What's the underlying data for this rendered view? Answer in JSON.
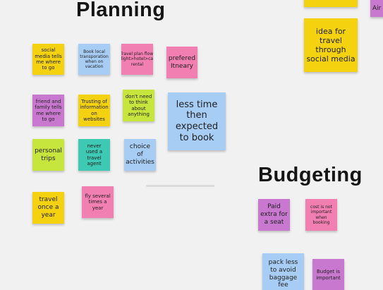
{
  "headings": {
    "planning": "Planning",
    "budgeting": "Budgeting"
  },
  "notes": {
    "social_media": "social media tells me where to go",
    "book_local": "Book local transporation when on vacation",
    "travel_plan_flow": "Travel plan flow: flight>hotel>car rental",
    "prefered_itneary": "prefered Itneary",
    "friend_family": "friend and family tells me where to go",
    "trusting_info": "Trusting of information on websites",
    "dont_need_think": "don't need to think about anything",
    "less_time": "less time then expected to book",
    "personal_trips": "personal trips",
    "never_used_agent": "never used a travel agent",
    "choice_activities": "choice of activities",
    "travel_once": "travel once a year",
    "fly_several": "fly several times a year",
    "idea_travel": "idea for travel through social media",
    "partial_air": "Air",
    "paid_extra": "Paid extra for a seat",
    "cost_not_important": "cost is not important when booking",
    "pack_less": "pack less to avoid baggage fee",
    "budget_important": "Budget is important"
  },
  "colors": {
    "background": "#f1f1f1",
    "yellow": "#f5d20f",
    "blue": "#a7cdf5",
    "pink": "#f27fb1",
    "purple": "#c879cf",
    "lime": "#c6e53d",
    "teal": "#3ec9b4"
  }
}
